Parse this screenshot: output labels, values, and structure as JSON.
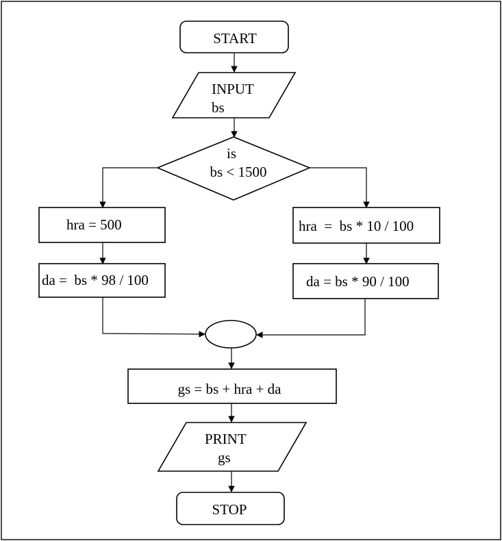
{
  "flowchart": {
    "start": {
      "label": "START"
    },
    "input": {
      "line1": "INPUT",
      "line2": "bs"
    },
    "decision": {
      "line1": "is",
      "line2": "bs < 1500"
    },
    "left_branch": {
      "hra": "hra = 500",
      "da": "da =  bs * 98 / 100"
    },
    "right_branch": {
      "hra": "hra  =  bs * 10 / 100",
      "da": "da = bs * 90 / 100"
    },
    "gross": {
      "label": "gs = bs + hra + da"
    },
    "print": {
      "line1": "PRINT",
      "line2": "gs"
    },
    "stop": {
      "label": "STOP"
    }
  }
}
